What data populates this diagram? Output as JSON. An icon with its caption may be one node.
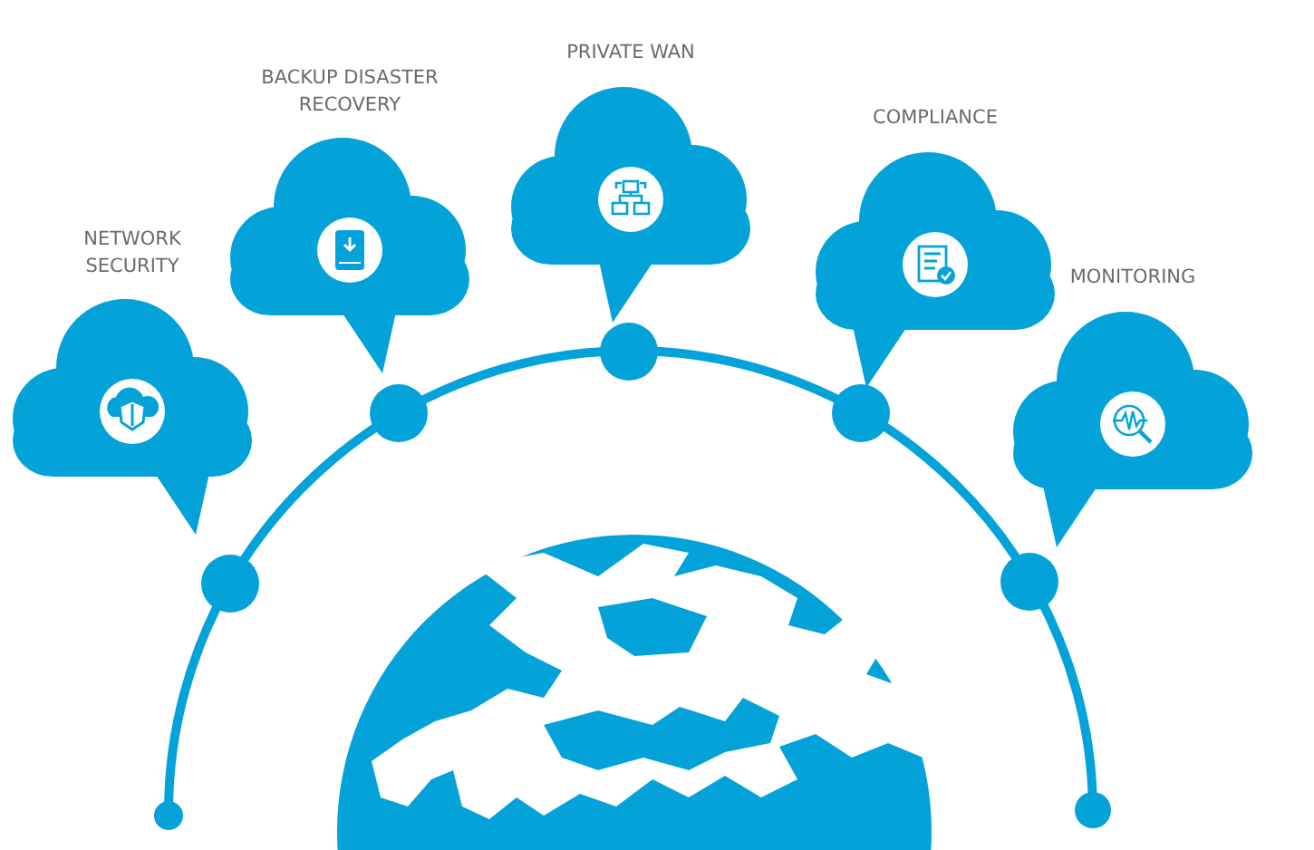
{
  "diagram": {
    "nodes": [
      {
        "text": [
          "NETWORK SECURITY"
        ]
      },
      {
        "text": [
          "BACKUP DISASTER RECOVERY"
        ]
      },
      {
        "text": [
          "PRIVATE WAN"
        ]
      },
      {
        "text": [
          "COMPLIANCE"
        ]
      },
      {
        "text": [
          "MONITORING"
        ]
      }
    ]
  }
}
